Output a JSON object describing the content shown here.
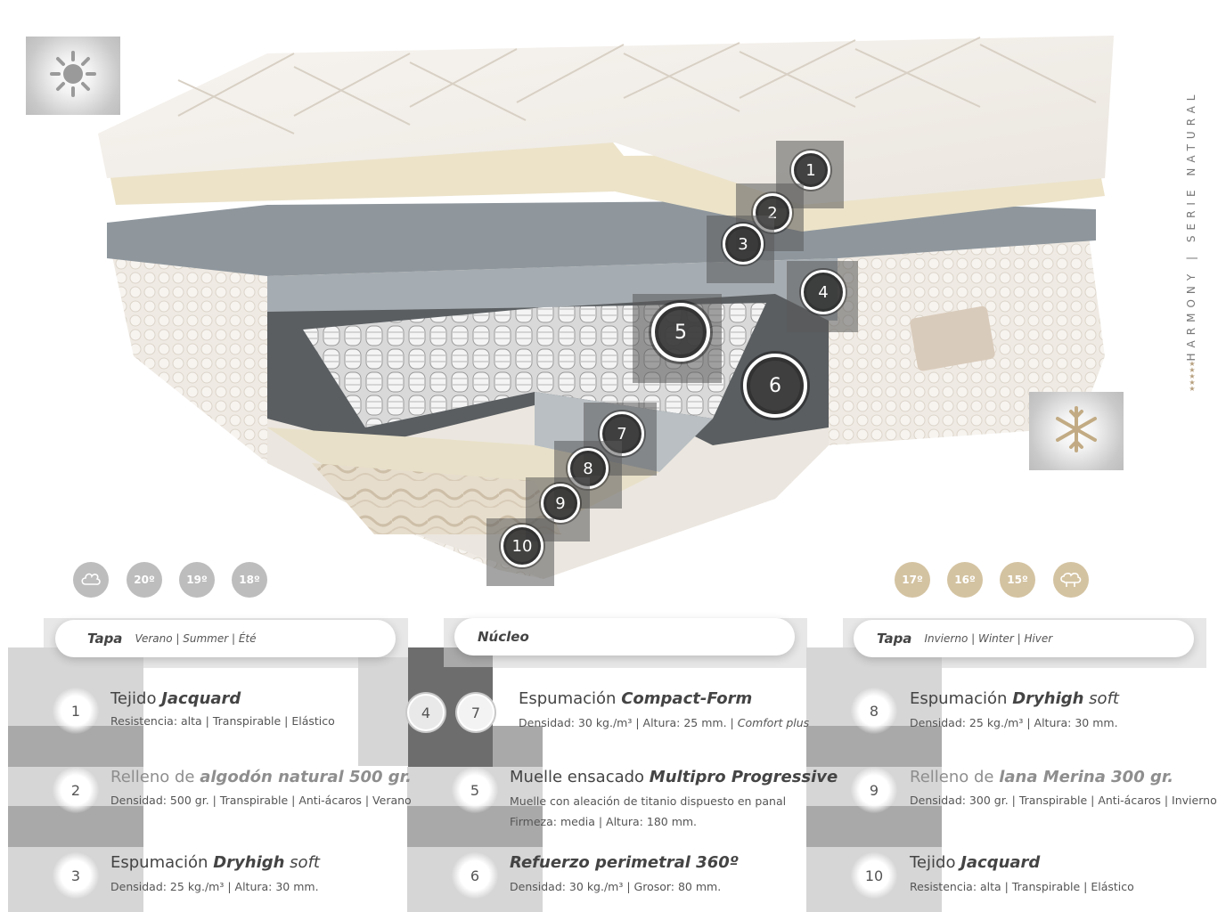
{
  "side_brand": {
    "text": "HARMONY | SERIE NATURAL",
    "stars": "★★★★★"
  },
  "season_icons": [
    {
      "name": "sun-icon"
    },
    {
      "name": "snowflake-icon"
    }
  ],
  "layer_markers": [
    "1",
    "2",
    "3",
    "4",
    "5",
    "6",
    "7",
    "8",
    "9",
    "10"
  ],
  "temperatures": {
    "summer": [
      "20º",
      "19º",
      "18º"
    ],
    "winter": [
      "17º",
      "16º",
      "15º"
    ]
  },
  "sections": [
    {
      "heading": "Tapa",
      "subtitle": "Verano | Summer | Été"
    },
    {
      "heading": "Núcleo",
      "subtitle": ""
    },
    {
      "heading": "Tapa",
      "subtitle": "Invierno | Winter | Hiver"
    }
  ],
  "items": {
    "i1": {
      "num": "1",
      "pre": "Tejido ",
      "strong": "Jacquard",
      "post": "",
      "desc": "Resistencia: alta | Transpirable | Elástico"
    },
    "i2": {
      "num": "2",
      "pre": "Relleno de ",
      "strong": "algodón natural 500 gr.",
      "post": "",
      "desc": "Densidad: 500 gr. | Transpirable | Anti-ácaros | Verano"
    },
    "i3": {
      "num": "3",
      "pre": "Espumación ",
      "strong": "Dryhigh",
      "post": " soft",
      "desc": "Densidad: 25 kg./m³ | Altura: 30 mm."
    },
    "i47": {
      "num_a": "4",
      "num_b": "7",
      "pre": "Espumación ",
      "strong": "Compact-Form",
      "post": "",
      "desc": "Densidad: 30 kg./m³ | Altura: 25 mm.",
      "desc_extra": "| Comfort plus"
    },
    "i5": {
      "num": "5",
      "pre": "Muelle ensacado ",
      "strong": "Multipro Progressive",
      "post": "",
      "desc": "Muelle con aleación de titanio dispuesto en panal",
      "desc2": "Firmeza: media | Altura: 180 mm."
    },
    "i6": {
      "num": "6",
      "pre": "",
      "strong": "Refuerzo perimetral 360º",
      "post": "",
      "desc": "Densidad: 30 kg./m³ | Grosor: 80 mm."
    },
    "i8": {
      "num": "8",
      "pre": "Espumación ",
      "strong": "Dryhigh",
      "post": " soft",
      "desc": "Densidad: 25 kg./m³ | Altura: 30 mm."
    },
    "i9": {
      "num": "9",
      "pre": "Relleno de ",
      "strong": "lana Merina 300 gr.",
      "post": "",
      "desc": "Densidad: 300 gr. | Transpirable | Anti-ácaros | Invierno"
    },
    "i10": {
      "num": "10",
      "pre": "Tejido ",
      "strong": "Jacquard",
      "post": "",
      "desc": "Resistencia: alta | Transpirable | Elástico"
    }
  }
}
